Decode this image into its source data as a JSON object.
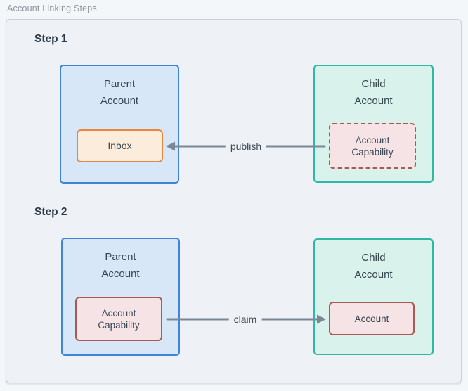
{
  "header": {
    "title": "Account Linking Steps"
  },
  "colors": {
    "panel_bg": "#eef2f6",
    "panel_border": "#c7d1da",
    "parent_fill": "#d7e7f8",
    "parent_border": "#3f84d8",
    "child_fill": "#d9f3ec",
    "child_border": "#2db9a4",
    "inbox_fill": "#fcecdc",
    "inbox_border": "#e8883e",
    "capability_fill": "#f5e3e5",
    "capability_border": "#aa5955",
    "arrow": "#7b8794",
    "text": "#36454f"
  },
  "step1": {
    "label": "Step 1",
    "parent": {
      "title_line1": "Parent",
      "title_line2": "Account",
      "inner_label": "Inbox"
    },
    "child": {
      "title_line1": "Child",
      "title_line2": "Account",
      "inner_line1": "Account",
      "inner_line2": "Capability"
    },
    "arrow_label": "publish",
    "arrow_direction": "right-to-left"
  },
  "step2": {
    "label": "Step 2",
    "parent": {
      "title_line1": "Parent",
      "title_line2": "Account",
      "inner_line1": "Account",
      "inner_line2": "Capability"
    },
    "child": {
      "title_line1": "Child",
      "title_line2": "Account",
      "inner_label": "Account"
    },
    "arrow_label": "claim",
    "arrow_direction": "left-to-right"
  }
}
